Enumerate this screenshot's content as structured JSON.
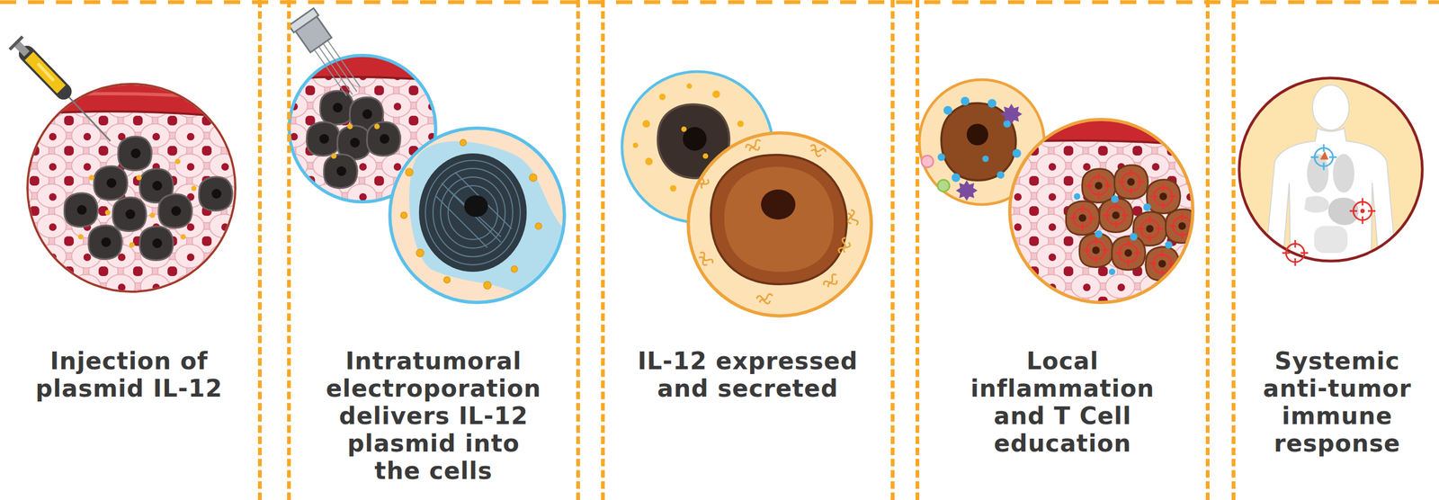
{
  "diagram": {
    "nodes": [
      {
        "text": [
          "Injection of plasmid IL-12"
        ]
      },
      {
        "text": [
          "Intratumoral electroporation delivers IL-12 plasmid into the cells"
        ]
      },
      {
        "text": [
          "IL-12 expressed and secreted"
        ]
      },
      {
        "text": [
          "Local inflammation and T Cell education"
        ]
      },
      {
        "text": [
          "Systemic anti-tumor immune response"
        ]
      }
    ]
  }
}
